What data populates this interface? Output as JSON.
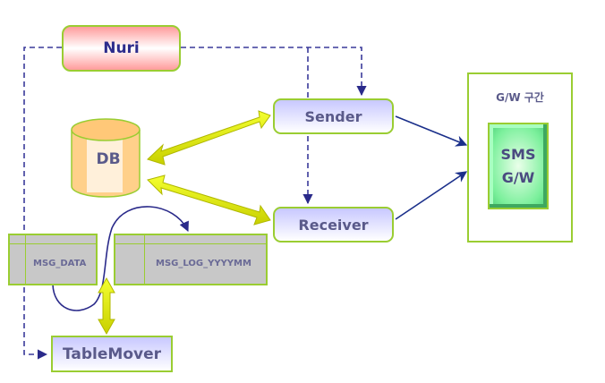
{
  "nodes": {
    "nuri": "Nuri",
    "db": "DB",
    "sender": "Sender",
    "receiver": "Receiver",
    "tablemover": "TableMover"
  },
  "gateway": {
    "zone_title": "G/W 구간",
    "box_line1": "SMS",
    "box_line2": "G/W"
  },
  "tables": {
    "msg_data": "MSG_DATA",
    "msg_log": "MSG_LOG_YYYYMM"
  },
  "colors": {
    "dashed_line": "#3a3a9a",
    "solid_arrow": "#1a2f8a",
    "double_arrow_fill": "#e8f000",
    "border_green": "#9acd32",
    "text": "#5a5a8a"
  }
}
